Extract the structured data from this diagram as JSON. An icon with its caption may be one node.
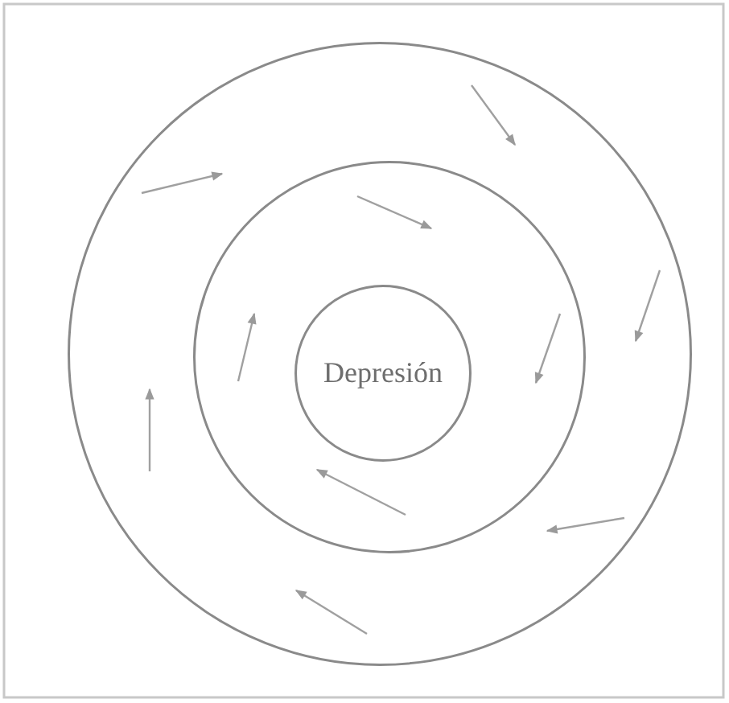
{
  "diagram": {
    "nodes": [
      {
        "text": [],
        "shape": "circle"
      },
      {
        "text": [],
        "shape": "circle",
        "in": 0
      },
      {
        "text": [
          "Depresión"
        ],
        "in": 1
      }
    ]
  }
}
